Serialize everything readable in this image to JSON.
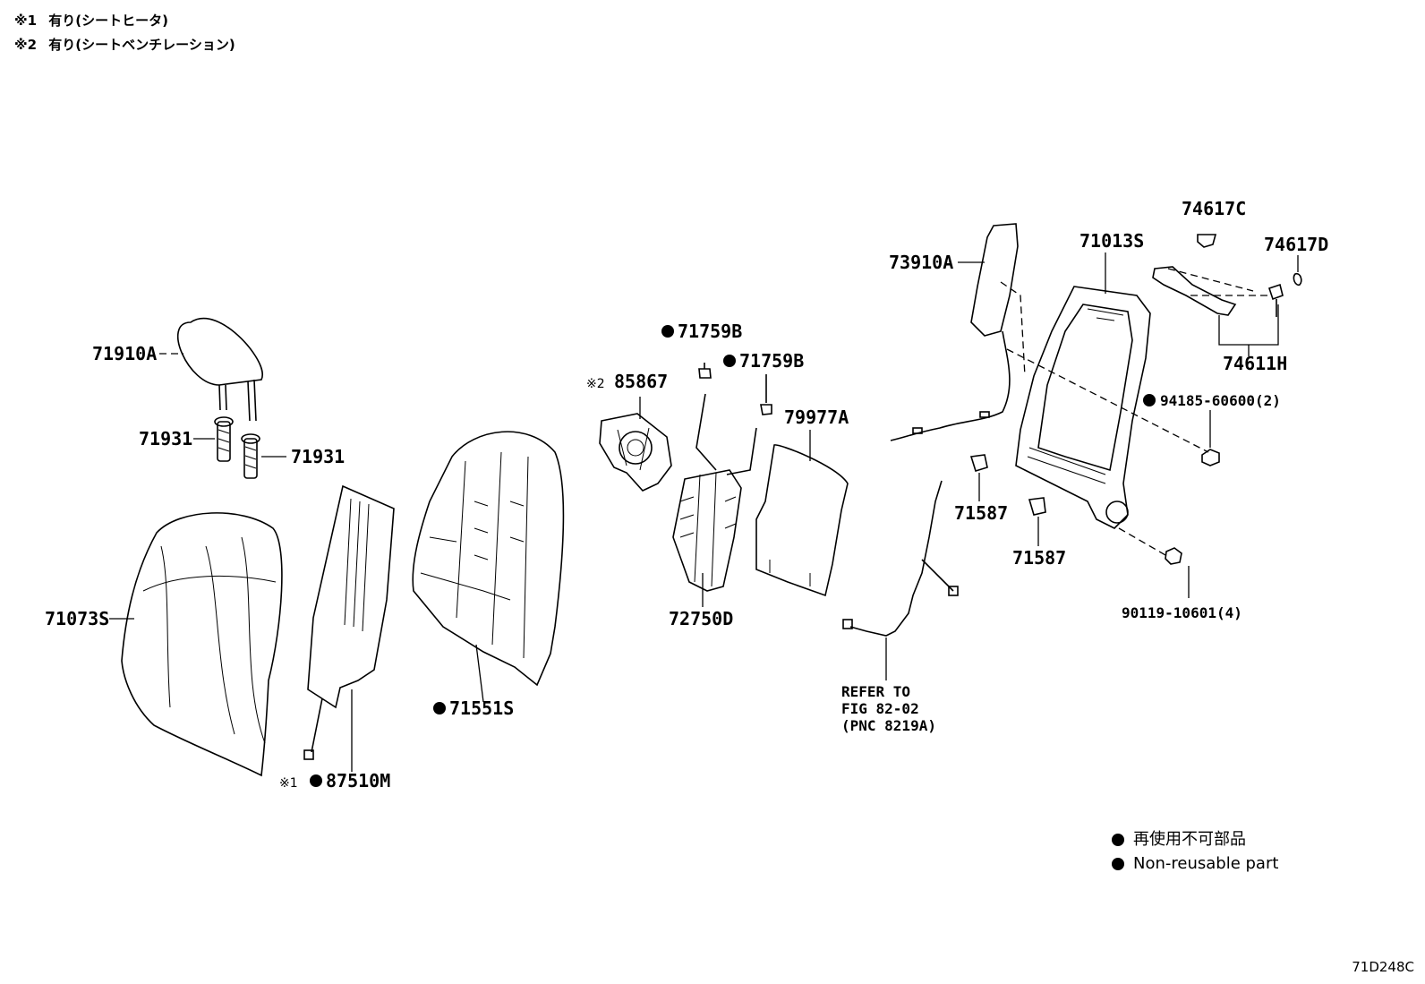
{
  "notes": [
    {
      "mark": "※1",
      "text": "有り(シートヒータ)"
    },
    {
      "mark": "※2",
      "text": "有り(シートベンチレーション)"
    }
  ],
  "parts": {
    "p71910A": "71910A",
    "p71931a": "71931",
    "p71931b": "71931",
    "p71073S": "71073S",
    "p87510M": "87510M",
    "p71551S": "71551S",
    "p85867": "85867",
    "p71759Ba": "71759B",
    "p71759Bb": "71759B",
    "p72750D": "72750D",
    "p79977A": "79977A",
    "p73910A": "73910A",
    "p71013S": "71013S",
    "p74617C": "74617C",
    "p74617D": "74617D",
    "p74611H": "74611H",
    "p94185": "94185-60600(2)",
    "p71587a": "71587",
    "p71587b": "71587",
    "p90119": "90119-10601(4)"
  },
  "marks": {
    "m1": "※1",
    "m2": "※2"
  },
  "refer": {
    "line1": "REFER TO",
    "line2": "FIG 82-02",
    "line3": "(PNC 8219A)"
  },
  "legend": {
    "jp": "再使用不可部品",
    "en": "Non-reusable part"
  },
  "figure_code": "71D248C"
}
